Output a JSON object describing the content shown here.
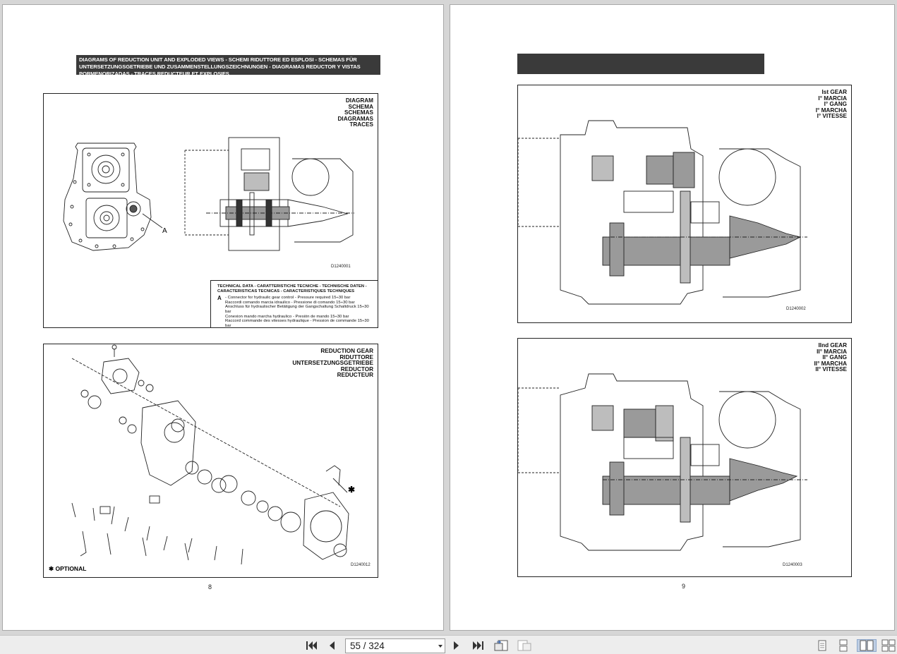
{
  "viewer": {
    "left_page": {
      "header": "DIAGRAMS OF REDUCTION UNIT AND EXPLODED VIEWS - SCHEMI RIDUTTORE ED ESPLOSI - SCHEMAS FÜR UNTERSETZUNGSGETRIEBE UND ZUSAMMENSTELLUNGSZEICHNUNGEN - DIAGRAMAS REDUCTOR Y VISTAS PORMENORIZADAS - TRACES REDUCTEUR ET EXPLOSIFS",
      "diagram_box": {
        "labels": [
          "DIAGRAM",
          "SCHEMA",
          "SCHEMAS",
          "DIAGRAMAS",
          "TRACES"
        ],
        "callout": "A",
        "drawing_code": "D1240001",
        "tech_title": "TECHNICAL DATA - CARATTERISTICHE TECNICHE - TECHNISCHE DATEN - CARACTERISTICAS TECNICAS - CARACTERISTIQUES TECHNIQUES",
        "tech_letter": "A",
        "tech_lines": [
          "- Connector for hydraulic gear control - Pressure required 15÷30 bar",
          "Raccordi comando marcia idraulico - Pressione di comando 15÷30 bar",
          "Anschluss für hydraulischer Betätigung der Gangschaltung Schaltdruck 15÷30 bar",
          "Conexion mando marcha hydraulico - Presión de mando 15÷30 bar",
          "Raccord commande des vitesses hydraulique - Pression de commande 15÷30 bar"
        ]
      },
      "exploded_box": {
        "labels": [
          "REDUCTION GEAR",
          "RIDUTTORE",
          "UNTERSETZUNGSGETRIEBE",
          "REDUCTOR",
          "REDUCTEUR"
        ],
        "optional_note": "✱ OPTIONAL",
        "star": "✱",
        "drawing_code": "D1240012"
      },
      "page_number": "8"
    },
    "right_page": {
      "header": "",
      "first_gear_box": {
        "labels": [
          "Ist GEAR",
          "I° MARCIA",
          "I° GANG",
          "I° MARCHA",
          "I° VITESSE"
        ],
        "drawing_code": "D1240002"
      },
      "second_gear_box": {
        "labels": [
          "IInd GEAR",
          "II° MARCIA",
          "II° GANG",
          "II° MARCHA",
          "II° VITESSE"
        ],
        "drawing_code": "D1240003"
      },
      "page_number": "9"
    }
  },
  "toolbar": {
    "page_input": "55 / 324",
    "icons": [
      "first-page-icon",
      "previous-page-icon",
      "next-page-icon",
      "last-page-icon",
      "go-back-view-icon",
      "go-forward-view-icon",
      "single-page-view-icon",
      "continuous-view-icon",
      "facing-view-icon",
      "continuous-facing-view-icon"
    ],
    "active_view": "facing-view-icon"
  },
  "colors": {
    "background": "#d6d6d6",
    "header_bar": "#3a3a3a",
    "shade": "#9a9a9a",
    "toolbar": "#ededed",
    "active": "#bfcfe4"
  }
}
